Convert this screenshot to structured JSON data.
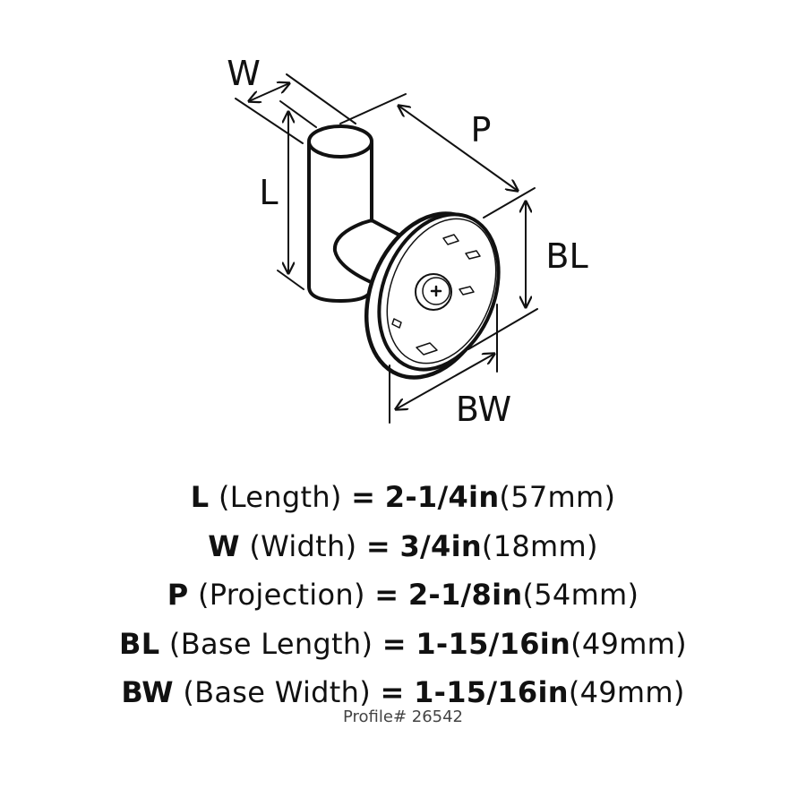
{
  "diagram": {
    "labels": {
      "w": "W",
      "p": "P",
      "l": "L",
      "bl": "BL",
      "bw": "BW"
    }
  },
  "specs": [
    {
      "key": "L",
      "desc": "(Length)",
      "eq": "=",
      "value": "2-1/4in",
      "metric": "(57mm)"
    },
    {
      "key": "W",
      "desc": "(Width)",
      "eq": "=",
      "value": "3/4in",
      "metric": "(18mm)"
    },
    {
      "key": "P",
      "desc": "(Projection)",
      "eq": "=",
      "value": "2-1/8in",
      "metric": "(54mm)"
    },
    {
      "key": "BL",
      "desc": "(Base Length)",
      "eq": "=",
      "value": "1-15/16in",
      "metric": "(49mm)"
    },
    {
      "key": "BW",
      "desc": "(Base Width)",
      "eq": "=",
      "value": "1-15/16in",
      "metric": "(49mm)"
    }
  ],
  "profile": "Profile# 26542"
}
